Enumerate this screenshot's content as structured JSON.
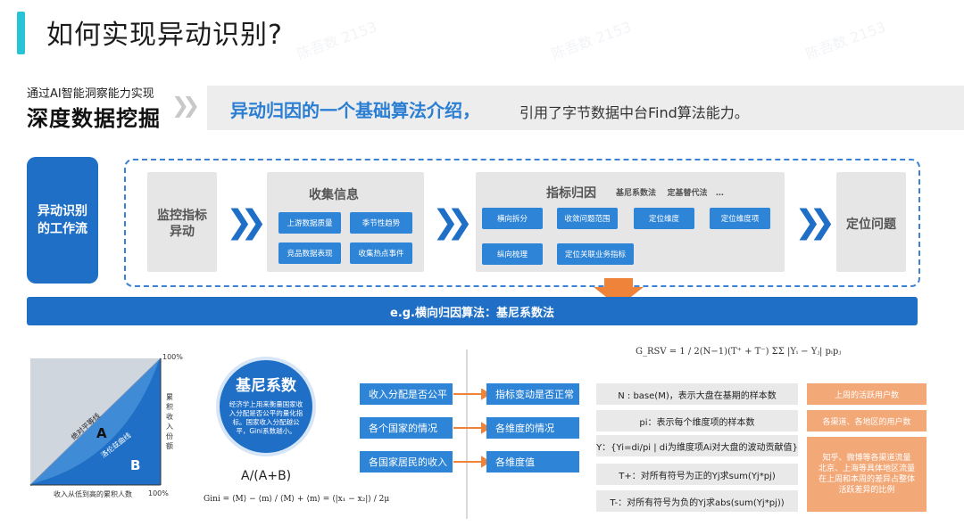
{
  "header": {
    "title": "如何实现异动识别?"
  },
  "subtitle": {
    "line1": "通过AI智能洞察能力实现",
    "line2": "深度数据挖掘"
  },
  "banner": {
    "main": "异动归因的一个基础算法介绍，",
    "rest": "引用了字节数据中台Find算法能力。"
  },
  "workflow": {
    "label": "异动识别\n的工作流",
    "step1": "监控指标\n异动",
    "step2": {
      "title": "收集信息",
      "items": [
        "上游数据质量",
        "季节性趋势",
        "竞品数据表现",
        "收集热点事件"
      ]
    },
    "step3": {
      "title": "指标归因",
      "methods": "基尼系数法    定基替代法   …",
      "items": [
        "横向拆分",
        "收敛问题范围",
        "定位维度",
        "定位维度项",
        "纵向梳理",
        "定位关联业务指标"
      ]
    },
    "step4": "定位问题"
  },
  "method_bar": "e.g.横向归因算法：基尼系数法",
  "lorenz": {
    "top_pct": "100%",
    "bottom_pct": "100%",
    "x_label": "收入从低到高的累积人数",
    "y_label": "累积收入份额",
    "line_equal": "绝对平等线",
    "line_curve": "洛伦兹曲线",
    "area_a": "A",
    "area_b": "B"
  },
  "gini": {
    "title": "基尼系数",
    "desc": "经济学上用来衡量国家收入分配是否公平的量化指标。国家收入分配越公平，Gini系数越小。",
    "ratio": "A/(A+B)",
    "formula": "Gini = ⟨M⟩ − ⟨m⟩ / ⟨M⟩ + ⟨m⟩ = ⟨|x₁ − x₂|⟩ / 2μ"
  },
  "mapping": {
    "left": [
      "收入分配是否公平",
      "各个国家的情况",
      "各国家居民的收入"
    ],
    "right": [
      "指标变动是否正常",
      "各维度的情况",
      "各维度值"
    ]
  },
  "formula_top": "G_RSV = 1 / 2(N−1)(T⁺ + T⁻) ΣΣ |Yᵢ − Yⱼ| pᵢpⱼ",
  "defs": [
    "N : base(M)，表示大盘在基期的样本数",
    "pi：表示每个维度项的样本数",
    "Y：{Yi=di/pi | di为维度项Ai对大盘的波动贡献值}",
    "T+：对所有符号为正的Yj求sum(Yj*pj)",
    "T-：对所有符号为负的Yj求abs(sum(Yj*pj))"
  ],
  "examples": [
    "上周的活跃用户数",
    "各渠道、各地区的用户数",
    "知乎、微博等各渠道流量\n北京、上海等具体地区流量\n在上周和本周的差异占整体\n活跃差异的比例"
  ],
  "watermark": "陈吾数 2153",
  "colors": {
    "accent": "#27c4d6",
    "primary": "#1f6fc7",
    "orange": "#f0833a"
  }
}
